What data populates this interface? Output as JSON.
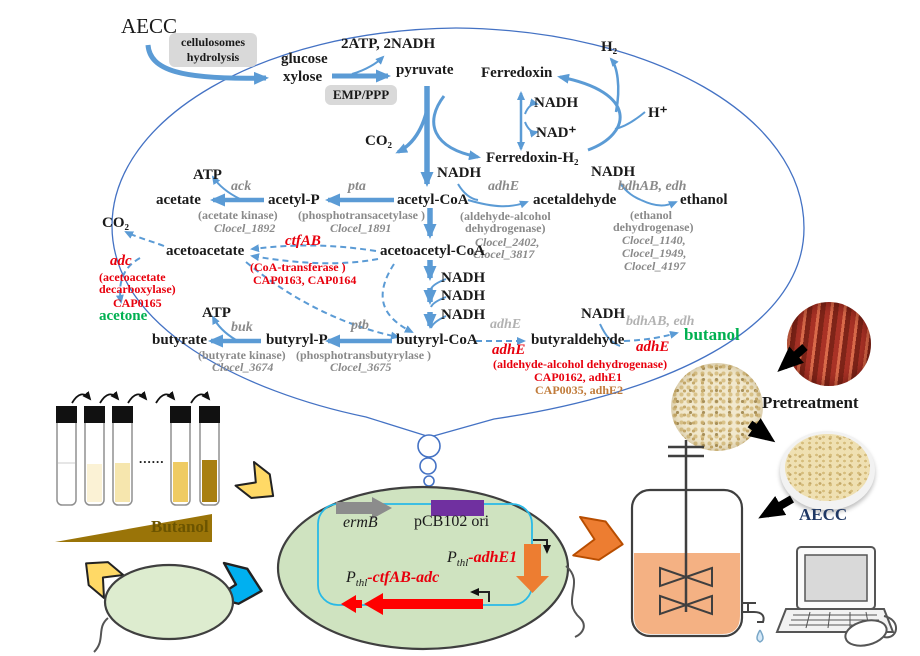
{
  "colors": {
    "pathway_blue": "#5b9bd5",
    "outline_blue": "#4472c4",
    "red": "#e8000d",
    "green": "#00b050",
    "gray": "#8a8a8a",
    "gold": "#9a7408",
    "yellow": "#ffd966",
    "cyan_chevron": "#00b0f0",
    "orange": "#ed7d31",
    "purple": "#7030a0",
    "cell_green": "#cfe3c0"
  },
  "cofactors": {
    "nadh": "NADH",
    "nad": "NAD⁺",
    "atp": "ATP",
    "co2": "CO₂",
    "h2": "H₂",
    "h": "H⁺"
  },
  "top": {
    "aecc": "AECC",
    "cellulosomes_1": "cellulosomes",
    "cellulosomes_2": "hydrolysis",
    "glucose": "glucose",
    "xylose": "xylose",
    "glycolysis_yield": "2ATP, 2NADH",
    "pyruvate": "pyruvate",
    "emp_ppp": "EMP/PPP",
    "ferredoxin": "Ferredoxin",
    "ferredoxin_h2": "Ferredoxin-H₂"
  },
  "acetate_branch": {
    "ack": "ack",
    "acetate": "acetate",
    "acetate_kinase": "(acetate kinase)",
    "clocel_1892": "Clocel_1892",
    "acetyl_p": "acetyl-P",
    "pta": "pta",
    "phosphotransacetylase": "(phosphotransacetylase )",
    "clocel_1891": "Clocel_1891",
    "acetyl_coa": "acetyl-CoA"
  },
  "ethanol_branch": {
    "adhE": "adhE",
    "acetaldehyde": "acetaldehyde",
    "aldehyde_alcohol_1": "(aldehyde-alcohol",
    "aldehyde_alcohol_2": "dehydrogenase)",
    "clocel_2402": "Clocel_2402,",
    "clocel_3817": "Clocel_3817",
    "bdhAB_edh": "bdhAB, edh",
    "ethanol": "ethanol",
    "ethanol_dh_1": "(ethanol",
    "ethanol_dh_2": "dehydrogenase)",
    "clocel_1140": "Clocel_1140,",
    "clocel_1949": "Clocel_1949,",
    "clocel_4197": "Clocel_4197"
  },
  "acetone_branch": {
    "acetoacetate": "acetoacetate",
    "ctfAB": "ctfAB",
    "coa_transferase": "(CoA-transferase )",
    "cap0163": "CAP0163, CAP0164",
    "adc": "adc",
    "adc_name_1": "(acetoacetate",
    "adc_name_2": "decarboxylase)",
    "cap0165": "CAP0165",
    "acetone": "acetone",
    "acetoacetyl_coa": "acetoacetyl-CoA"
  },
  "butanol_branch": {
    "buk": "buk",
    "butyrate": "butyrate",
    "butyrate_kinase": "(butyrate kinase)",
    "clocel_3674": "Clocel_3674",
    "butyryl_p": "butyryl-P",
    "ptb": "ptb",
    "phosphotransbutyrylase": "(phosphotransbutyrylase )",
    "clocel_3675": "Clocel_3675",
    "butyryl_coa": "butyryl-CoA",
    "adhE_gray": "adhE",
    "adhE_red": "adhE",
    "butyraldehyde": "butyraldehyde",
    "aad_red": "(aldehyde-alcohol dehydrogenase)",
    "cap0162": "CAP0162, adhE1",
    "cap0035": "CAP0035, adhE2",
    "bdhAB_edh": "bdhAB, edh",
    "adhE_red2": "adhE",
    "butanol": "butanol"
  },
  "experiment": {
    "dots": "......",
    "butanol_gradient": "Butanol"
  },
  "plasmid": {
    "ermB": "ermB",
    "ori": "pCB102 ori",
    "promoter": "P",
    "promoter_sub": "thl",
    "cassette_adhE1": "-adhE1",
    "cassette_ctfab": "-ctfAB-adc"
  },
  "process": {
    "pretreatment": "Pretreatment",
    "aecc": "AECC"
  }
}
